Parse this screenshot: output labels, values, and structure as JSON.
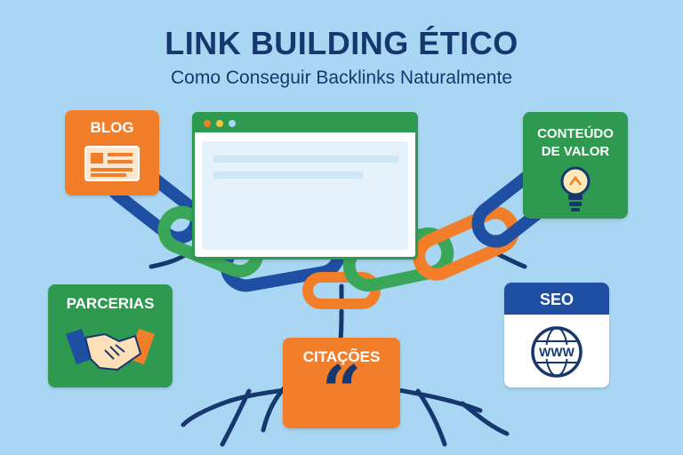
{
  "title": "LINK BUILDING ÉTICO",
  "subtitle": "Como Conseguir Backlinks Naturalmente",
  "cards": {
    "blog": {
      "label": "BLOG",
      "color": "#f37e2a"
    },
    "conteudo": {
      "label_line1": "CONTEÚDO",
      "label_line2": "DE VALOR",
      "color": "#2d9a4f"
    },
    "parcerias": {
      "label": "PARCERIAS",
      "color": "#2d9a4f"
    },
    "seo": {
      "label": "SEO",
      "header_color": "#1f4fa3",
      "icon_text": "WWW"
    },
    "citacoes": {
      "label": "CITAÇÕES",
      "color": "#f37e2a",
      "quote_glyph": "“"
    }
  },
  "colors": {
    "background": "#a9d6f2",
    "navy": "#17386e",
    "chain_blue": "#1f4fa3",
    "chain_green": "#3aa657",
    "chain_orange": "#f37e2a"
  },
  "icons": [
    "document-icon",
    "lightbulb-icon",
    "handshake-icon",
    "globe-icon",
    "quote-icon",
    "browser-window",
    "chain-links",
    "roots"
  ]
}
